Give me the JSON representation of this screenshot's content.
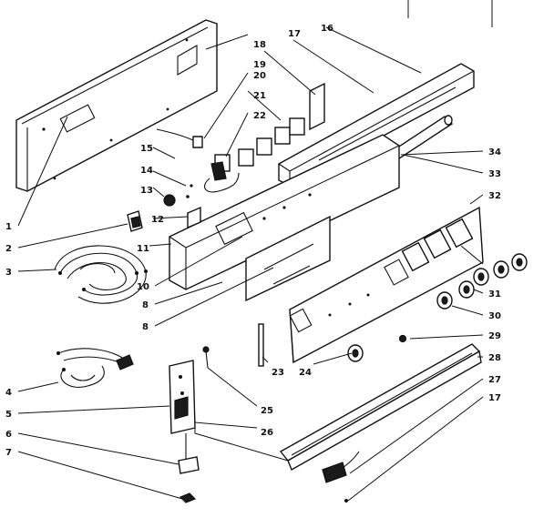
{
  "diagram": {
    "callouts": [
      {
        "id": "c1",
        "text": "1"
      },
      {
        "id": "c2",
        "text": "2"
      },
      {
        "id": "c3",
        "text": "3"
      },
      {
        "id": "c4",
        "text": "4"
      },
      {
        "id": "c5",
        "text": "5"
      },
      {
        "id": "c6",
        "text": "6"
      },
      {
        "id": "c7",
        "text": "7"
      },
      {
        "id": "c8a",
        "text": "8"
      },
      {
        "id": "c8b",
        "text": "8"
      },
      {
        "id": "c10",
        "text": "10"
      },
      {
        "id": "c11",
        "text": "11"
      },
      {
        "id": "c12",
        "text": "12"
      },
      {
        "id": "c13",
        "text": "13"
      },
      {
        "id": "c14",
        "text": "14"
      },
      {
        "id": "c15",
        "text": "15"
      },
      {
        "id": "c16",
        "text": "16"
      },
      {
        "id": "c17a",
        "text": "17"
      },
      {
        "id": "c17b",
        "text": "17"
      },
      {
        "id": "c18",
        "text": "18"
      },
      {
        "id": "c19",
        "text": "19"
      },
      {
        "id": "c20",
        "text": "20"
      },
      {
        "id": "c21",
        "text": "21"
      },
      {
        "id": "c22",
        "text": "22"
      },
      {
        "id": "c23",
        "text": "23"
      },
      {
        "id": "c24",
        "text": "24"
      },
      {
        "id": "c25",
        "text": "25"
      },
      {
        "id": "c26",
        "text": "26"
      },
      {
        "id": "c27",
        "text": "27"
      },
      {
        "id": "c28",
        "text": "28"
      },
      {
        "id": "c29",
        "text": "29"
      },
      {
        "id": "c30",
        "text": "30"
      },
      {
        "id": "c31",
        "text": "31"
      },
      {
        "id": "c32",
        "text": "32"
      },
      {
        "id": "c33",
        "text": "33"
      },
      {
        "id": "c34",
        "text": "34"
      }
    ]
  }
}
